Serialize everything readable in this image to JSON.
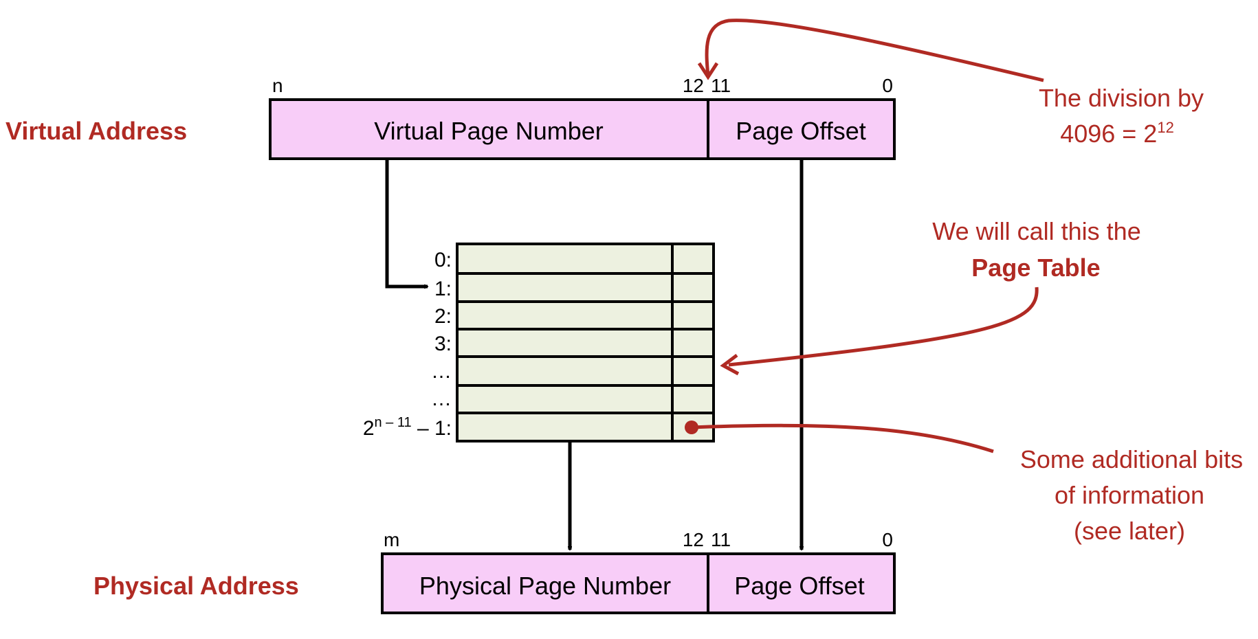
{
  "labels": {
    "virtual_address": "Virtual Address",
    "physical_address": "Physical Address"
  },
  "virtual_box": {
    "high_bit": "n",
    "mid_high": "12",
    "mid_low": "11",
    "low_bit": "0",
    "vpn": "Virtual Page Number",
    "offset": "Page Offset"
  },
  "physical_box": {
    "high_bit": "m",
    "mid_high": "12",
    "mid_low": "11",
    "low_bit": "0",
    "ppn": "Physical Page Number",
    "offset": "Page Offset"
  },
  "page_table": {
    "rows": [
      "0:",
      "1:",
      "2:",
      "3:",
      "…",
      "…"
    ],
    "last_row_base": "2",
    "last_row_exp": "n – 11",
    "last_row_suffix": " – 1:"
  },
  "annotations": {
    "division_line1": "The division by",
    "division_line2_base": "4096 = 2",
    "division_line2_exp": "12",
    "page_table_line1": "We will call this the",
    "page_table_line2": "Page Table",
    "bits_line1": "Some additional bits",
    "bits_line2": "of information",
    "bits_line3": "(see later)"
  },
  "colors": {
    "accent_red": "#b02a23",
    "box_pink": "#f8cdf8",
    "table_cell": "#edf1e0"
  }
}
